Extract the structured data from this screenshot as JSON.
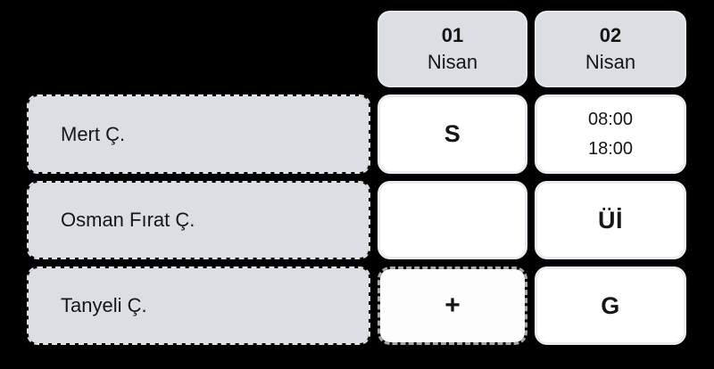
{
  "view": "shift-schedule-grid",
  "columns": [
    {
      "day": "01",
      "month": "Nisan"
    },
    {
      "day": "02",
      "month": "Nisan"
    }
  ],
  "rows": [
    {
      "name": "Mert Ç.",
      "cells": [
        {
          "type": "shift",
          "label": "S"
        },
        {
          "type": "time",
          "start": "08:00",
          "end": "18:00"
        }
      ]
    },
    {
      "name": "Osman Fırat Ç.",
      "cells": [
        {
          "type": "empty",
          "label": ""
        },
        {
          "type": "shift",
          "label": "Üİ"
        }
      ]
    },
    {
      "name": "Tanyeli Ç.",
      "cells": [
        {
          "type": "add",
          "label": "+"
        },
        {
          "type": "shift",
          "label": "G"
        }
      ]
    }
  ],
  "colors": {
    "background": "#000000",
    "cell_gray": "#dbdfe3",
    "cell_white": "#ffffff",
    "text": "#161616",
    "add_cell_dash": "#a9a9a9"
  }
}
